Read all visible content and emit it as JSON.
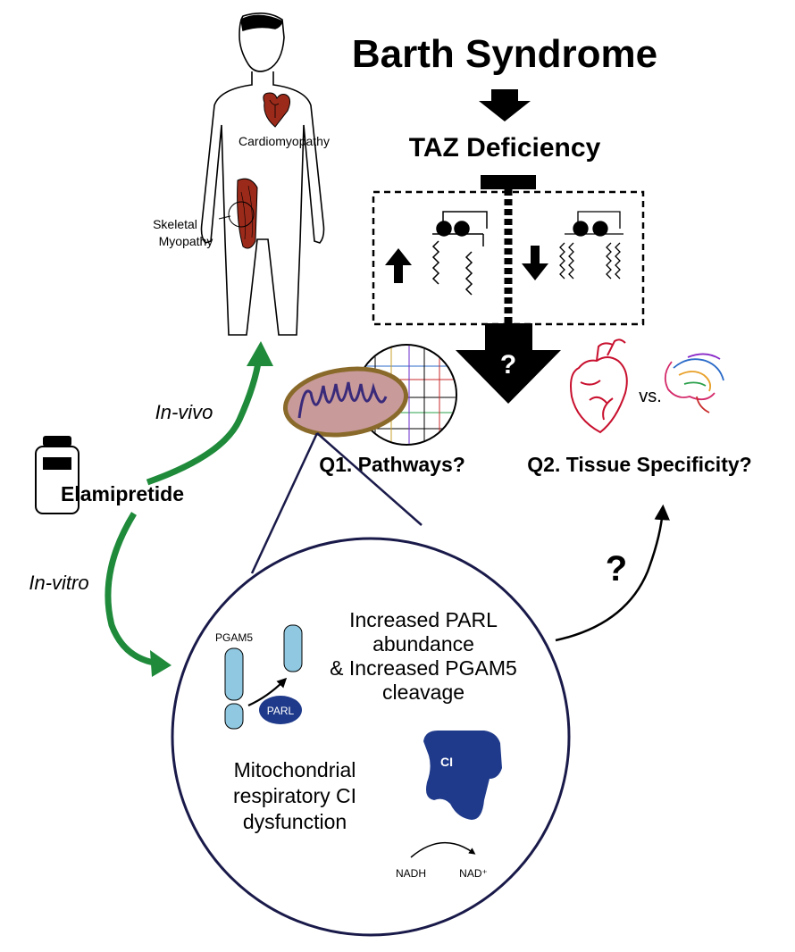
{
  "title": "Barth Syndrome",
  "cause": "TAZ Deficiency",
  "body_labels": {
    "cardio": "Cardiomyopathy",
    "skeletal_line1": "Skeletal",
    "skeletal_line2": "Myopathy"
  },
  "drug": "Elamipretide",
  "routes": {
    "in_vivo": "In-vivo",
    "in_vitro": "In-vitro"
  },
  "unknown_mark": "?",
  "vs_label": "vs.",
  "questions": {
    "q1": "Q1. Pathways?",
    "q2": "Q2. Tissue Specificity?"
  },
  "circle": {
    "parl_line1": "Increased PARL",
    "parl_line2": "abundance",
    "parl_line3": "& Increased PGAM5",
    "parl_line4": "cleavage",
    "pgam5_label": "PGAM5",
    "parl_label": "PARL",
    "ci_line1": "Mitochondrial",
    "ci_line2": "respiratory CI",
    "ci_line3": "dysfunction",
    "ci_label": "CI",
    "nadh": "NADH",
    "nad": "NAD⁺"
  },
  "colors": {
    "green_arrow": "#1e8a3a",
    "heart_muscle": "#9b2a1a",
    "protein_light": "#8fc8e0",
    "protein_dark": "#1f3a8a",
    "circle_border": "#1a1a4a",
    "mito_outer": "#8a6a2a",
    "mito_inner": "#3a2a7a"
  }
}
